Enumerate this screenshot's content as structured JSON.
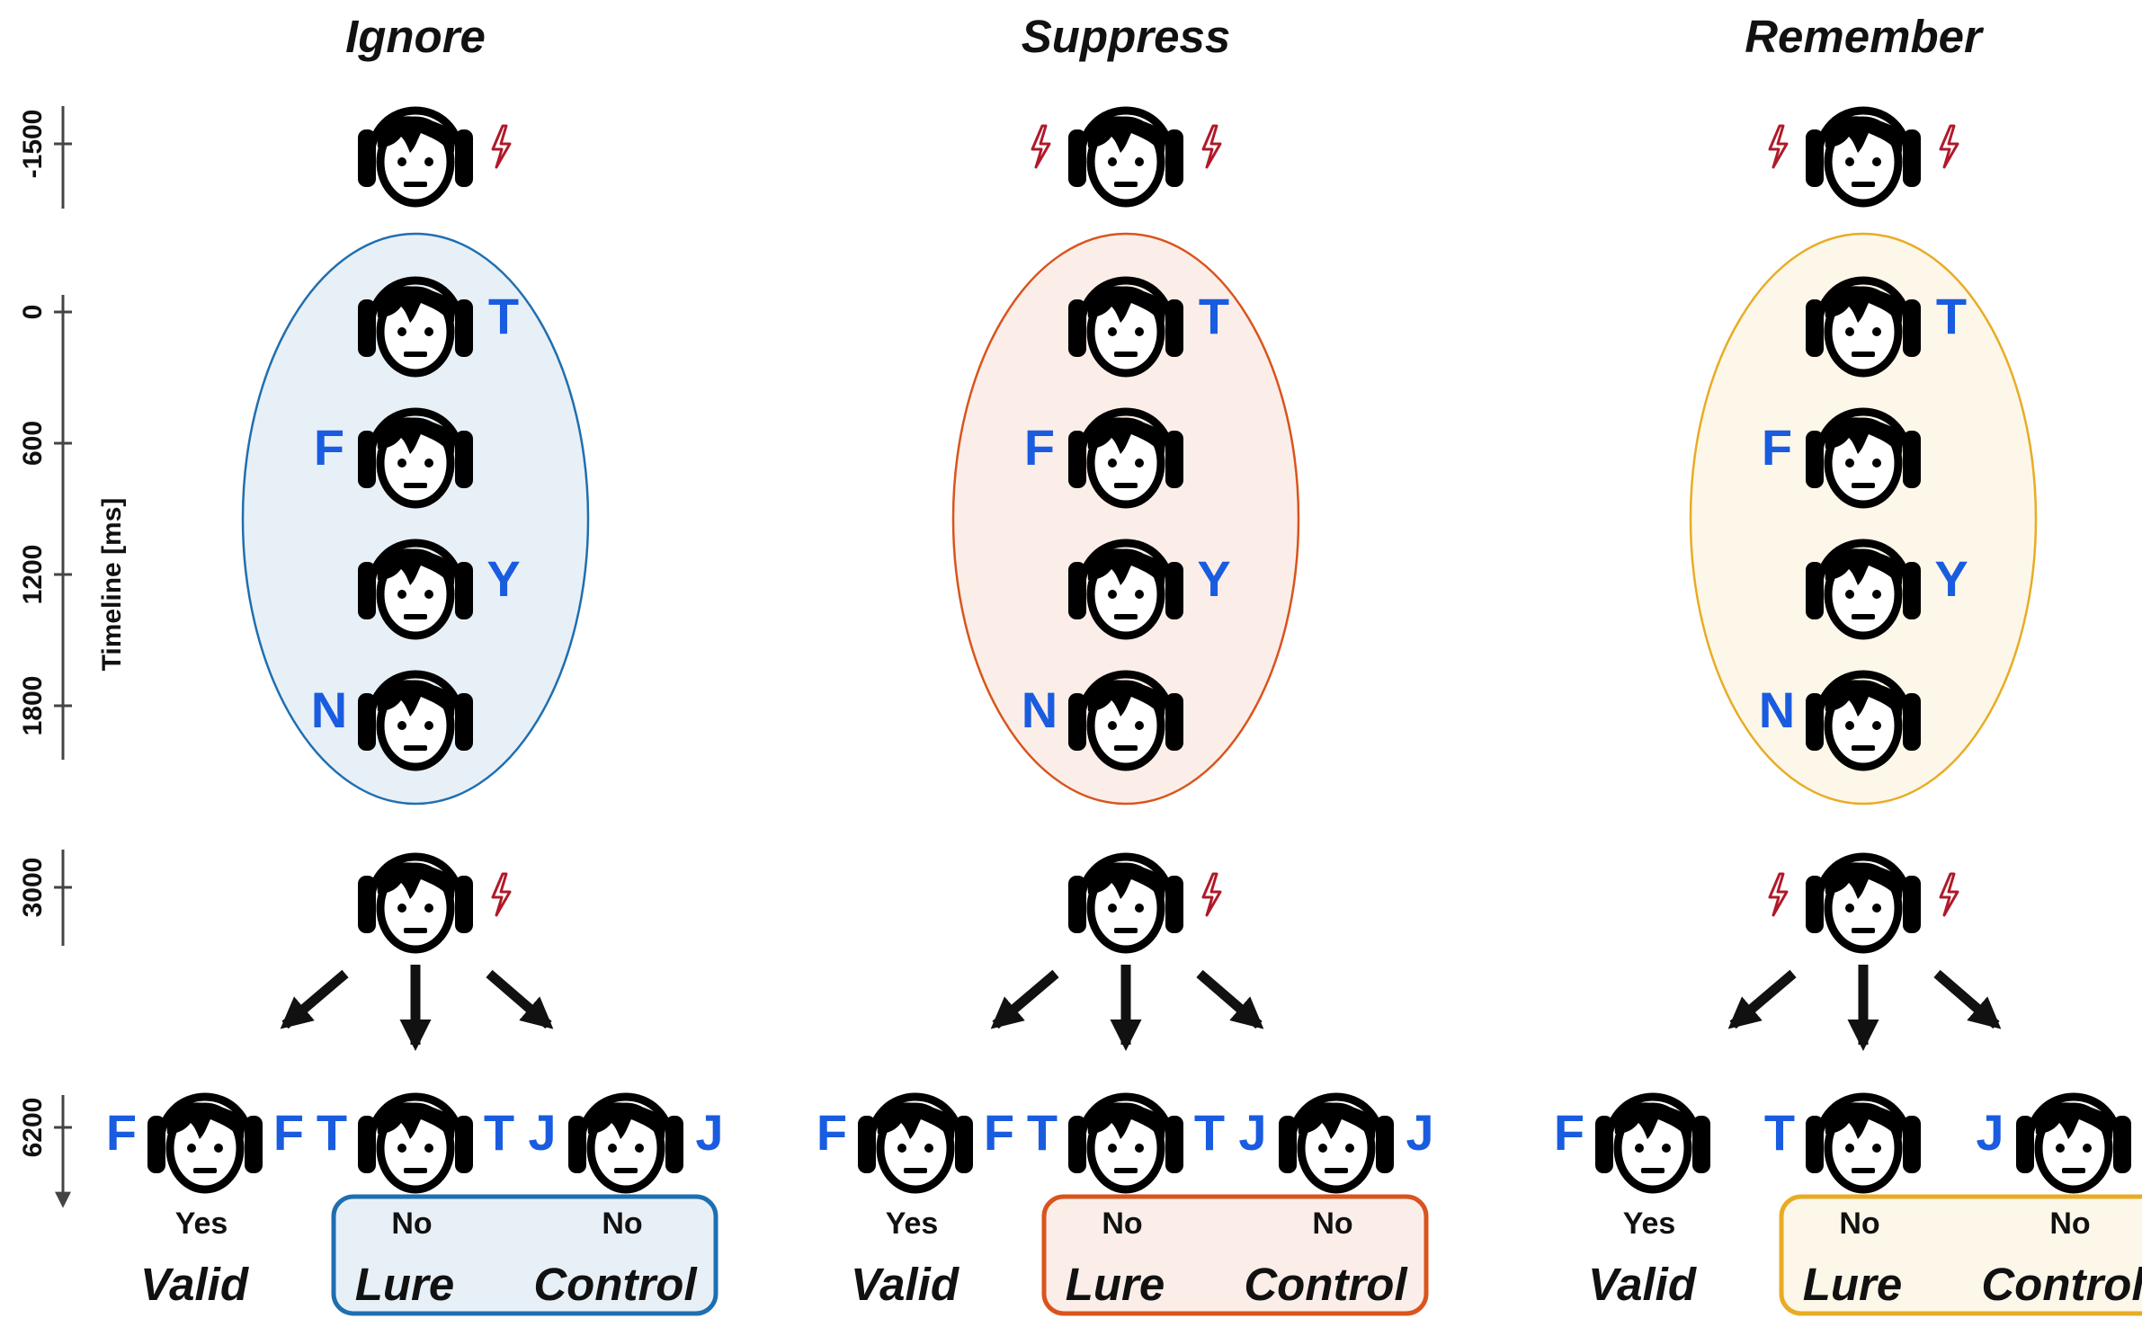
{
  "timeline": {
    "title": "Timeline [ms]",
    "ticks": [
      "-1500",
      "0",
      "600",
      "1200",
      "1800",
      "3000",
      "6200"
    ]
  },
  "colors": {
    "ignore": "#1f6fb0",
    "suppress": "#d9541e",
    "remember": "#e8ac24",
    "letters": "#1a5ce0",
    "shock": "#b0192a"
  },
  "conditions": [
    {
      "id": "ignore",
      "title": "Ignore",
      "sequence_letters": [
        "T",
        "F",
        "Y",
        "N"
      ],
      "probes": [
        {
          "letters": [
            "F",
            "F"
          ],
          "response": "Yes",
          "outcome": "Valid"
        },
        {
          "letters": [
            "T",
            "T"
          ],
          "response": "No",
          "outcome": "Lure"
        },
        {
          "letters": [
            "J",
            "J"
          ],
          "response": "No",
          "outcome": "Control"
        }
      ]
    },
    {
      "id": "suppress",
      "title": "Suppress",
      "sequence_letters": [
        "T",
        "F",
        "Y",
        "N"
      ],
      "probes": [
        {
          "letters": [
            "F",
            "F"
          ],
          "response": "Yes",
          "outcome": "Valid"
        },
        {
          "letters": [
            "T",
            "T"
          ],
          "response": "No",
          "outcome": "Lure"
        },
        {
          "letters": [
            "J",
            "J"
          ],
          "response": "No",
          "outcome": "Control"
        }
      ]
    },
    {
      "id": "remember",
      "title": "Remember",
      "sequence_letters": [
        "T",
        "F",
        "Y",
        "N"
      ],
      "probes": [
        {
          "letters": [
            "F"
          ],
          "response": "Yes",
          "outcome": "Valid"
        },
        {
          "letters": [
            "T"
          ],
          "response": "No",
          "outcome": "Lure"
        },
        {
          "letters": [
            "J"
          ],
          "response": "No",
          "outcome": "Control"
        }
      ]
    }
  ]
}
